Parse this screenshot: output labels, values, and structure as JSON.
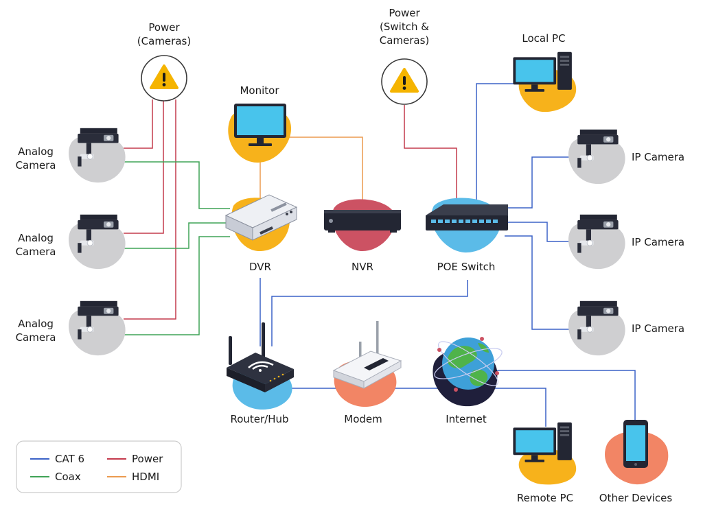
{
  "colors": {
    "cat6": "#3b62c7",
    "coax": "#3fa356",
    "power": "#c43a4c",
    "hdmi": "#eb9a4f",
    "yellow_blob": "#f7b21b",
    "gray_blob": "#cfcfd1",
    "red_blob": "#cc5263",
    "blue_blob": "#5bbbe8",
    "salmon_blob": "#f28565",
    "navy_blob": "#1f1f3b",
    "screen": "#48c4ec",
    "device_dark": "#232633",
    "warning": "#f5b400"
  },
  "labels": {
    "power_cameras": [
      "Power",
      "(Cameras)"
    ],
    "power_switch": [
      "Power",
      "(Switch &",
      "Cameras)"
    ],
    "monitor": "Monitor",
    "local_pc": "Local PC",
    "analog_camera": [
      "Analog",
      "Camera"
    ],
    "ip_camera": "IP Camera",
    "dvr": "DVR",
    "nvr": "NVR",
    "poe_switch": "POE Switch",
    "router": "Router/Hub",
    "modem": "Modem",
    "internet": "Internet",
    "remote_pc": "Remote PC",
    "other_devices": "Other Devices"
  },
  "legend": {
    "items": [
      {
        "label": "CAT 6",
        "color_key": "cat6"
      },
      {
        "label": "Power",
        "color_key": "power"
      },
      {
        "label": "Coax",
        "color_key": "coax"
      },
      {
        "label": "HDMI",
        "color_key": "hdmi"
      }
    ]
  },
  "icons": {
    "warning": "warning-triangle-icon",
    "camera": "security-camera-icon",
    "monitor": "monitor-icon",
    "pc": "desktop-pc-icon",
    "dvr": "dvr-recorder-icon",
    "nvr": "nvr-recorder-icon",
    "switch": "network-switch-icon",
    "router": "wifi-router-icon",
    "modem": "modem-icon",
    "globe": "globe-icon",
    "phone": "smartphone-icon"
  }
}
